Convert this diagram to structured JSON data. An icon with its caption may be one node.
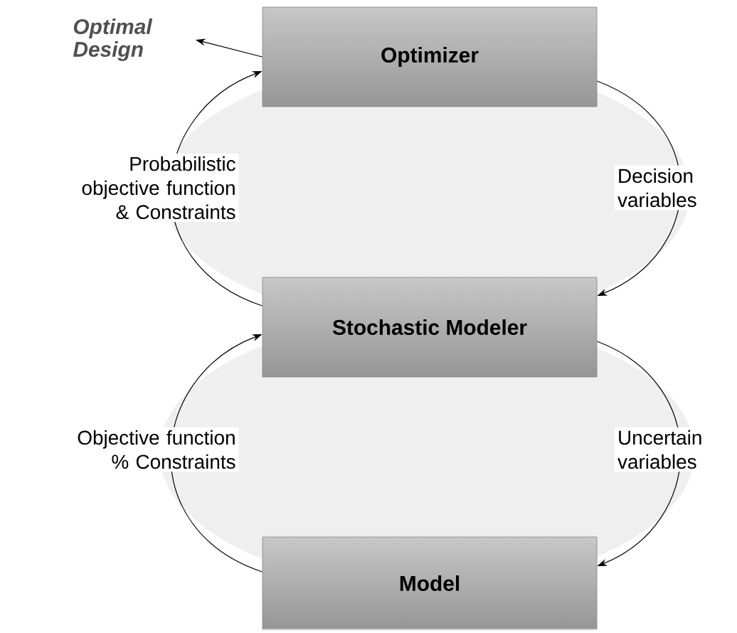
{
  "diagram": {
    "nodes": [
      {
        "text": [
          "Optimal Design"
        ]
      },
      {
        "text": [
          "Optimizer"
        ]
      },
      {
        "text": [
          "Stochastic Modeler"
        ]
      },
      {
        "text": [
          "Model"
        ]
      }
    ],
    "edges": [
      {
        "from": 1,
        "to": 0,
        "arrow": "to"
      },
      {
        "from": 1,
        "to": 2,
        "arrow": "to",
        "label": "Decision variables"
      },
      {
        "from": 2,
        "to": 1,
        "arrow": "to",
        "label": "Probabilistic objective function & Constraints"
      },
      {
        "from": 2,
        "to": 3,
        "arrow": "to",
        "label": "Uncertain variables"
      },
      {
        "from": 3,
        "to": 2,
        "arrow": "to",
        "label": "Objective function % Constraints"
      }
    ]
  }
}
